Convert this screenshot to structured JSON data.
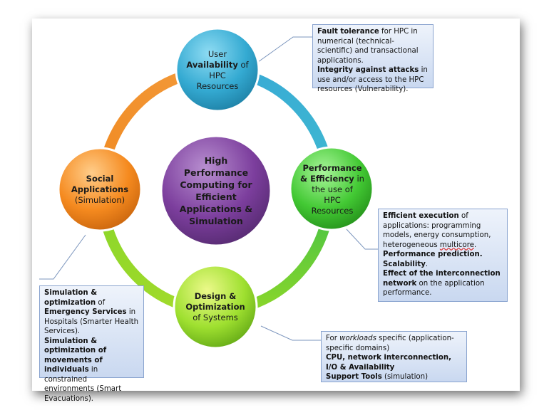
{
  "diagram": {
    "center": {
      "lines": [
        "High",
        "Performance",
        "Computing for",
        "Efficient",
        "Applications &",
        "Simulation"
      ]
    },
    "nodes": {
      "user": {
        "line1": "User",
        "line2_bold": "Availability",
        "line2_rest": " of",
        "line3": "HPC",
        "line4": "Resources"
      },
      "performance": {
        "line1_bold": "Performance",
        "line2_bold": "& Efficiency",
        "line2_rest": " in",
        "line3": "the use of",
        "line4": "HPC",
        "line5": "Resources"
      },
      "design": {
        "line1_bold": "Design &",
        "line2_bold": "Optimization",
        "line3": "of Systems"
      },
      "social": {
        "line1_bold": "Social",
        "line2_bold": "Applications",
        "line3": "(Simulation)"
      }
    },
    "notes": {
      "top_right": {
        "p1_bold": "Fault tolerance",
        "p1_rest": " for HPC in numerical (technical-scientific) and transactional applications.",
        "p2_bold": "Integrity against attacks",
        "p2_rest": " in use and/or access to the HPC resources (Vulnerability)."
      },
      "mid_right": {
        "p1_bold": "Efficient execution",
        "p1_rest": " of applications: programming models, energy consumption, heterogeneous ",
        "p1_squiggle": "multicore",
        "p1_end": ".",
        "p2_bold": "Performance prediction.",
        "p3_bold": "Scalability",
        "p3_rest": ".",
        "p4_bold": "Effect of the interconnection network",
        "p4_rest": " on the application performance."
      },
      "bottom_left": {
        "p1_bold": "Simulation & optimization",
        "p1_mid": " of ",
        "p1_bold2": "Emergency Services",
        "p1_rest": " in Hospitals (Smarter Health Services).",
        "p2_bold": "Simulation & optimization of movements of individuals",
        "p2_rest": " in constrained environments (Smart Evacuations)."
      },
      "bottom_right": {
        "p1_pre": "For ",
        "p1_ital": "workloads",
        "p1_rest": " specific (application-specific domains)",
        "p2_bold": "CPU, network interconnection, I/O & Availability",
        "p3_bold": "Support Tools",
        "p3_rest": " (simulation)"
      }
    },
    "colors": {
      "blue": "#33a9cf",
      "green": "#4fcf3f",
      "orange": "#f08a22",
      "purple": "#7b3f9a",
      "note_border": "#8aa4cf"
    }
  }
}
